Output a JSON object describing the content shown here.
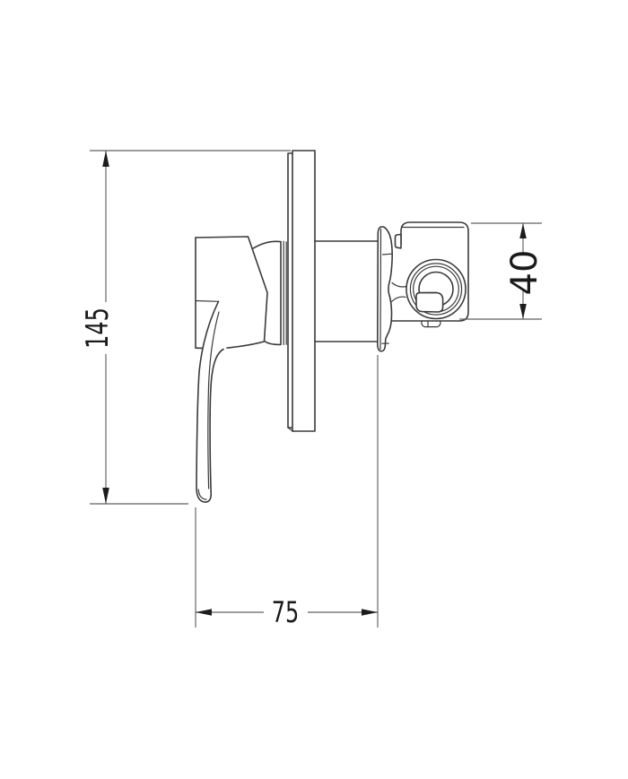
{
  "drawing": {
    "type": "technical-dimension-drawing",
    "subject": "concealed shower mixer valve, side view",
    "background_color": "#ffffff",
    "line_color": "#3a3a3a",
    "dimension_line_color": "#606060",
    "text_color": "#1a1a1a",
    "dimensions": {
      "overall_height": {
        "value": "145",
        "orientation": "vertical",
        "side": "left"
      },
      "valve_body_height": {
        "value": "40",
        "orientation": "vertical",
        "side": "right"
      },
      "plate_to_handle_depth": {
        "value": "75",
        "orientation": "horizontal",
        "side": "bottom"
      }
    }
  }
}
